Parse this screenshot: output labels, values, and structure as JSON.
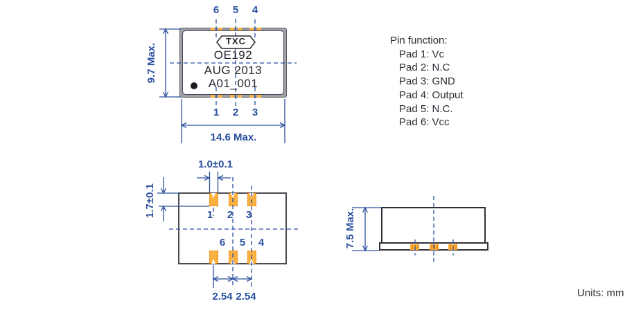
{
  "title": "OE192 package outline drawing",
  "units_label": "Units: mm",
  "colors": {
    "dimension_blue": "#2a4f9e",
    "marking_dark": "#26262e",
    "pad_orange": "#f9b143",
    "pad_orange_border": "#ee8500",
    "package_gray": "#9ea0a8"
  },
  "top_view": {
    "logo": "TXC",
    "model": "OE192",
    "date_code": "AUG 2013",
    "lot_code": "A01_001",
    "dim_height": "9.7 Max.",
    "dim_width": "14.6 Max.",
    "pins_top": [
      "6",
      "5",
      "4"
    ],
    "pins_bottom": [
      "1",
      "2",
      "3"
    ]
  },
  "pin_function": {
    "title": "Pin function:",
    "items": [
      "Pad 1: Vc",
      "Pad 2: N.C",
      "Pad 3: GND",
      "Pad 4: Output",
      "Pad 5: N.C.",
      "Pad 6: Vcc"
    ]
  },
  "bottom_view": {
    "dim_pad_width": "1.0±0.1",
    "dim_pad_height": "1.7±0.1",
    "dim_pitch_left": "2.54",
    "dim_pitch_right": "2.54",
    "pins_top": [
      "1",
      "2",
      "3"
    ],
    "pins_bottom": [
      "6",
      "5",
      "4"
    ]
  },
  "side_view": {
    "dim_height": "7.5 Max."
  }
}
